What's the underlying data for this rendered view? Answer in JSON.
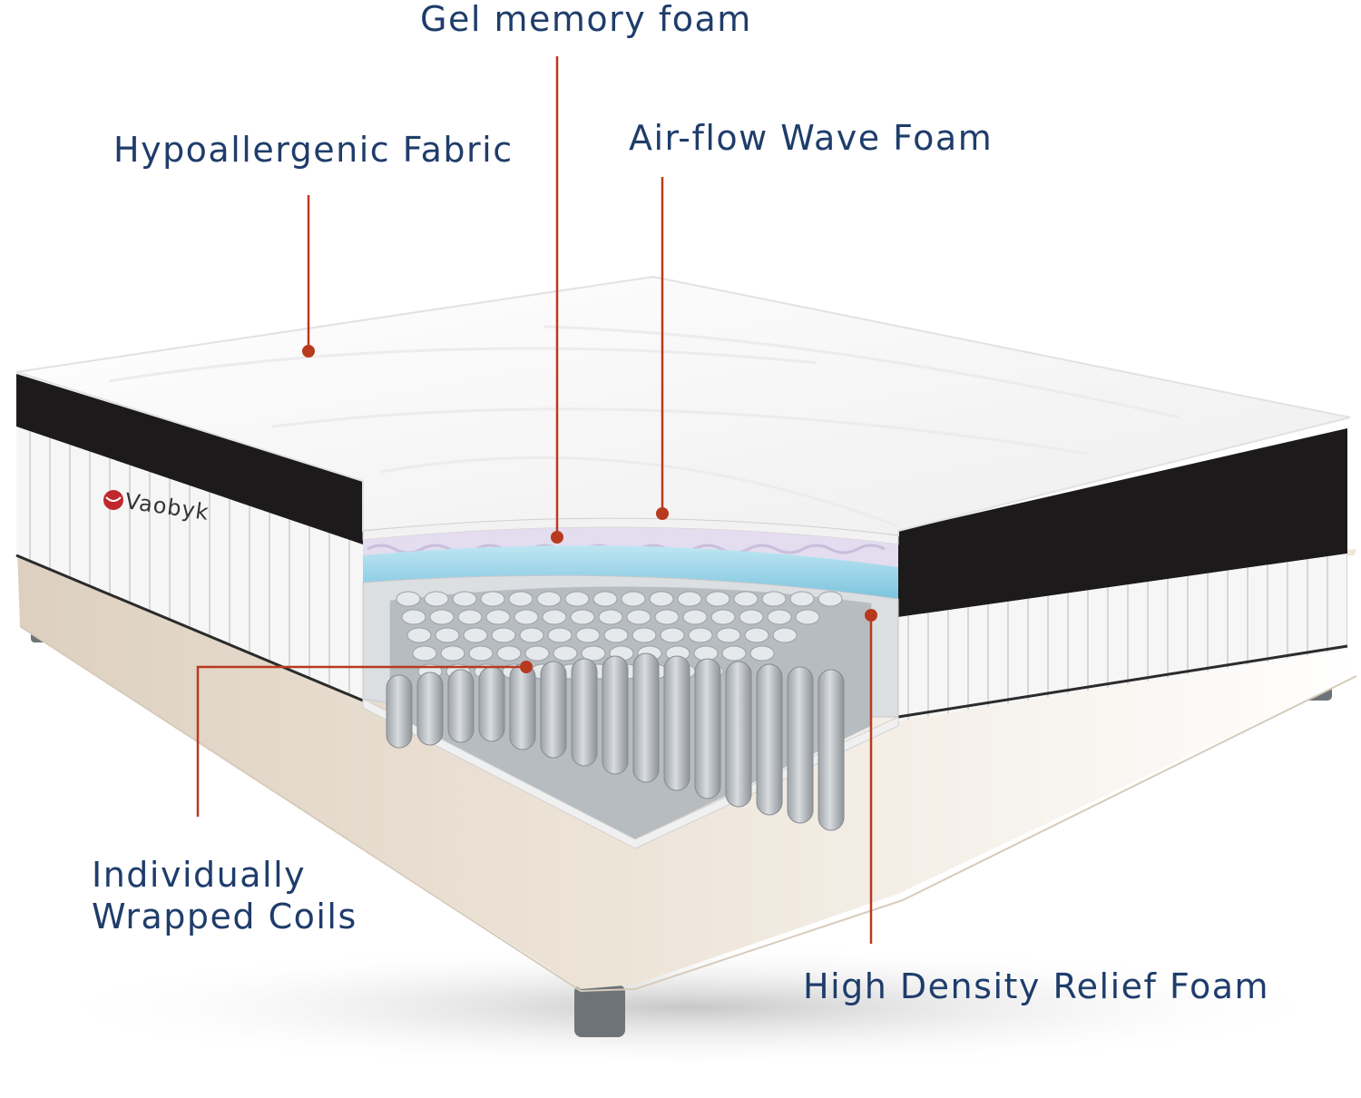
{
  "brand": {
    "name": "Vaobyk"
  },
  "colors": {
    "label_text": "#1f3d6b",
    "leader_line": "#b83a1e",
    "gel_layer": "#8fd0e8",
    "fabric_dark": "#1c1a1a",
    "base_fabric": "#e6d8c8"
  },
  "labels": {
    "gel_memory_foam": "Gel memory foam",
    "hypoallergenic_fabric": "Hypoallergenic Fabric",
    "airflow_wave_foam": "Air-flow Wave Foam",
    "coils_line1": "Individually",
    "coils_line2": "Wrapped Coils",
    "high_density_relief_foam": "High Density Relief Foam"
  }
}
